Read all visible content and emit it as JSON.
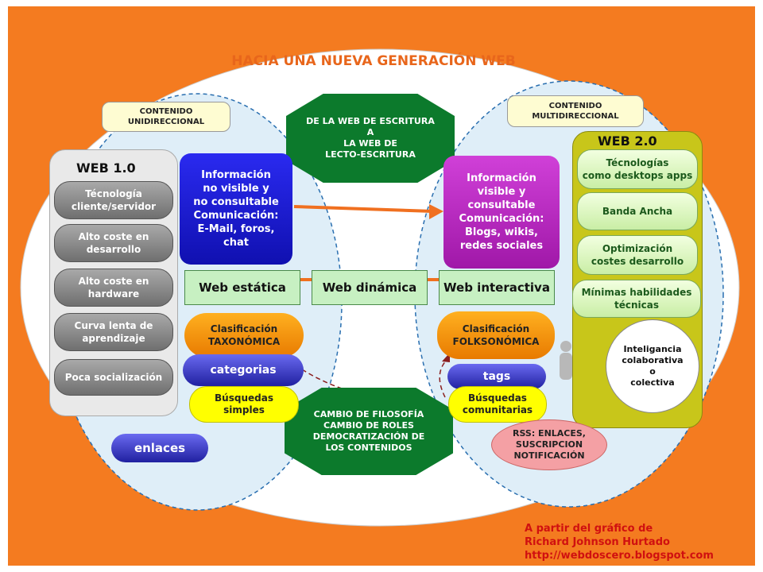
{
  "title": "HACIA UNA NUEVA GENERACIÓN WEB",
  "web1": {
    "title": "WEB 1.0",
    "note": "CONTENIDO\nUNIDIRECCIONAL",
    "items": [
      "Técnología\ncliente/servidor",
      "Alto coste en\ndesarrollo",
      "Alto coste en\nhardware",
      "Curva lenta de\naprendizaje",
      "Poca socialización"
    ],
    "info": "Información\nno visible y\nno consultable\nComunicación:\nE-Mail, foros,\nchat",
    "clasificacion": "Clasificación\nTAXONÓMICA",
    "categorias": "categorias",
    "busquedas": "Búsquedas\nsimples",
    "enlaces": "enlaces"
  },
  "web2": {
    "title": "WEB 2.0",
    "note": "CONTENIDO\nMULTIDIRECCIONAL",
    "items": [
      "Técnologías\ncomo desktops apps",
      "Banda Ancha",
      "Optimización\ncostes desarrollo",
      "Mínimas habilidades\ntécnicas"
    ],
    "inteligencia": "Inteligancia\ncolaborativa\no\ncolectiva",
    "info": "Información\nvisible y\nconsultable\nComunicación:\nBlogs, wikis,\nredes sociales",
    "clasificacion": "Clasificación\nFOLKSONÓMICA",
    "tags": "tags",
    "busquedas": "Búsquedas\ncomunitarias",
    "rss": "RSS: ENLACES,\nSUSCRIPCION\nNOTIFICACIÓN"
  },
  "center": {
    "top": "DE LA WEB DE ESCRITURA\nA\nLA WEB DE\nLECTO-ESCRITURA",
    "bottom": "CAMBIO DE FILOSOFÍA\nCAMBIO DE ROLES\nDEMOCRATIZACIÓN DE\nLOS CONTENIDOS"
  },
  "bars": [
    "Web estática",
    "Web dinámica",
    "Web interactiva"
  ],
  "credit": "A partir del gráfico de\nRichard Johnson Hurtado\nhttp://webdoscero.blogspot.com",
  "colors": {
    "orange": "#f47b20",
    "blue_panel": "#2020d8",
    "purple_panel": "#c030c0",
    "octagon": "#0c7a2c",
    "credit": "#d01010"
  }
}
